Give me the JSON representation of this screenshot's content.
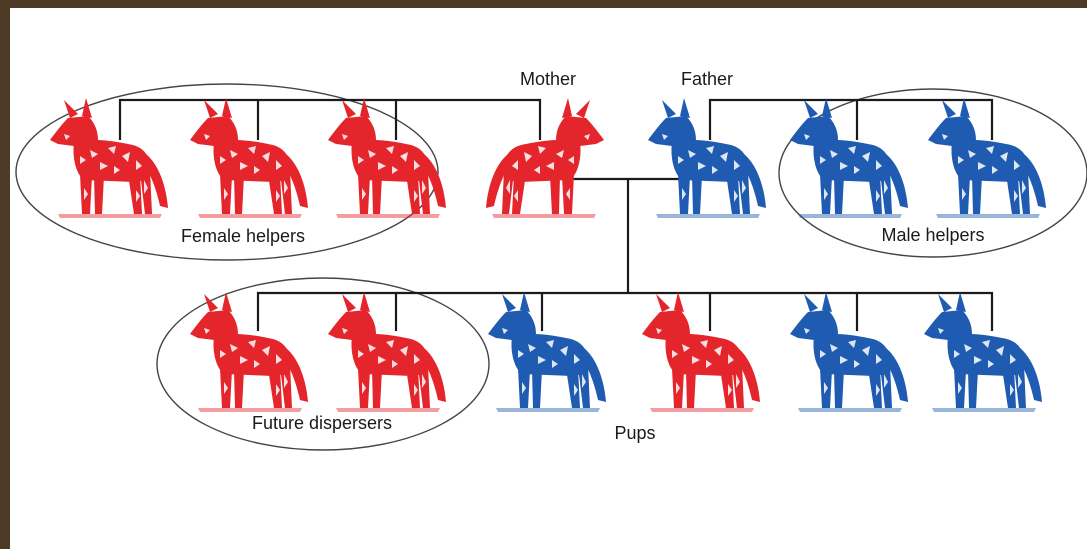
{
  "labels": {
    "mother": "Mother",
    "father": "Father",
    "female_helpers": "Female helpers",
    "male_helpers": "Male helpers",
    "future_dispersers": "Future dispersers",
    "pups": "Pups"
  },
  "colors": {
    "female": "#e4262c",
    "male": "#1f5bb0",
    "line": "#1a1a1a",
    "frame": "#4e3b25"
  },
  "dogs": {
    "top_row": [
      {
        "id": "female-helper-1",
        "sex": "female"
      },
      {
        "id": "female-helper-2",
        "sex": "female"
      },
      {
        "id": "female-helper-3",
        "sex": "female"
      },
      {
        "id": "mother",
        "sex": "female"
      },
      {
        "id": "father",
        "sex": "male"
      },
      {
        "id": "male-helper-1",
        "sex": "male"
      },
      {
        "id": "male-helper-2",
        "sex": "male"
      }
    ],
    "pups": [
      {
        "id": "pup-1",
        "sex": "female"
      },
      {
        "id": "pup-2",
        "sex": "female"
      },
      {
        "id": "pup-3",
        "sex": "male"
      },
      {
        "id": "pup-4",
        "sex": "female"
      },
      {
        "id": "pup-5",
        "sex": "male"
      },
      {
        "id": "pup-6",
        "sex": "male"
      }
    ]
  }
}
